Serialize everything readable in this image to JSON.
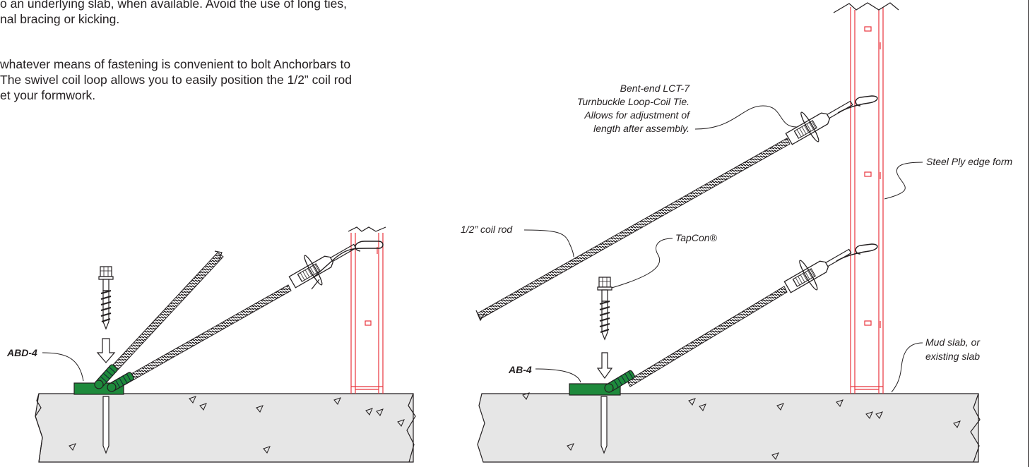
{
  "intro_text": {
    "paragraph_1": [
      "o an underlying slab, when available. Avoid the use of long ties,",
      "nal bracing or kicking."
    ],
    "paragraph_2": [
      "whatever means of fastening is convenient to bolt Anchorbars to",
      "The swivel coil loop allows you to easily position the 1/2” coil rod",
      "et your formwork."
    ]
  },
  "left_figure": {
    "anchorbar_label": "ABD-4"
  },
  "right_figure": {
    "turnbuckle_label": [
      "Bent-end LCT-7",
      "Turnbuckle Loop-Coil Tie.",
      "Allows for adjustment of",
      "length after assembly."
    ],
    "coil_rod_label": "1/2” coil rod",
    "tapcon_label": "TapCon®",
    "anchorbar_label": "AB-4",
    "edge_form_label": "Steel Ply edge form",
    "slab_label": [
      "Mud slab, or",
      "existing slab"
    ]
  },
  "colors": {
    "anchorbar_green": "#1e8a3c",
    "form_red": "#e8343c",
    "slab_gray": "#e5e5e5",
    "line": "#231f20"
  }
}
